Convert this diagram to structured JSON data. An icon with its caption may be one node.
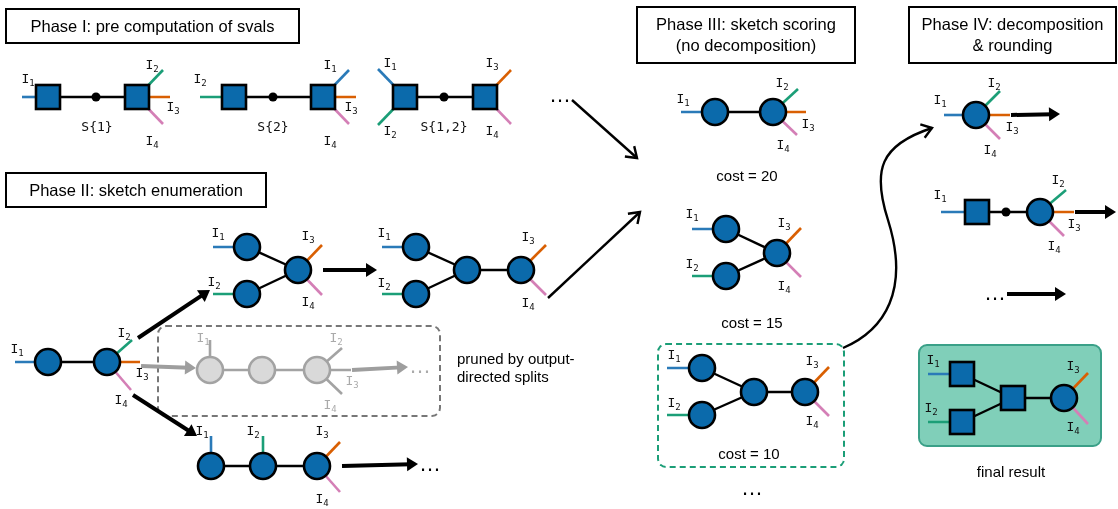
{
  "diagram": {
    "nodes": [
      {
        "text": [
          "Phase I: pre computation of svals"
        ]
      },
      {
        "text": [
          "I$_{1}$",
          "S{1}",
          "I$_{2}$",
          "I$_{3}$",
          "I$_{4}$"
        ]
      },
      {
        "text": [
          "I$_{2}$",
          "S{2}",
          "I$_{1}$",
          "I$_{3}$",
          "I$_{4}$"
        ]
      },
      {
        "text": [
          "I$_{1}$",
          "I$_{2}$",
          "S{1,2}",
          "I$_{3}$",
          "I$_{4}$"
        ]
      },
      {
        "text": [
          "…"
        ]
      },
      {
        "text": [
          "Phase II: sketch enumeration"
        ]
      },
      {
        "text": [
          "I$_{1}$",
          "I$_{2}$",
          "I$_{3}$",
          "I$_{4}$"
        ]
      },
      {
        "text": [
          "I$_{1}$",
          "I$_{2}$",
          "I$_{3}$",
          "I$_{4}$"
        ]
      },
      {
        "text": [
          "I$_{1}$",
          "I$_{2}$",
          "I$_{3}$",
          "I$_{4}$"
        ]
      },
      {
        "text": [],
        "shape": "box",
        "beside": [
          "pruned by output-directed splits"
        ]
      },
      {
        "text": [
          "I$_{1}$",
          "I$_{2}$",
          "I$_{3}$",
          "I$_{4}$"
        ],
        "in": 9
      },
      {
        "text": [
          "…"
        ],
        "in": 9
      },
      {
        "text": [
          "I$_{1}$",
          "I$_{2}$",
          "I$_{3}$",
          "I$_{4}$"
        ]
      },
      {
        "text": [
          "…"
        ]
      },
      {
        "text": [
          "Phase III: sketch scoring (no decomposition)"
        ]
      },
      {
        "text": [
          "I$_{1}$",
          "I$_{2}$",
          "I$_{3}$",
          "I$_{4}$"
        ],
        "beside": [
          "cost = 20"
        ]
      },
      {
        "text": [
          "I$_{1}$",
          "I$_{2}$",
          "I$_{3}$",
          "I$_{4}$"
        ],
        "beside": [
          "cost = 15"
        ]
      },
      {
        "text": [
          "cost = 10"
        ]
      },
      {
        "text": [
          "I$_{1}$",
          "I$_{2}$",
          "I$_{3}$",
          "I$_{4}$"
        ],
        "in": 17
      },
      {
        "text": [
          "Phase IV: decomposition & rounding"
        ]
      },
      {
        "text": [
          "I$_{1}$",
          "I$_{2}$",
          "I$_{3}$",
          "I$_{4}$"
        ]
      },
      {
        "text": [
          "I$_{1}$",
          "I$_{2}$",
          "I$_{3}$",
          "I$_{4}$"
        ]
      },
      {
        "text": [
          "…"
        ]
      },
      {
        "text": [],
        "shape": "box",
        "beside": [
          "final result"
        ]
      },
      {
        "text": [
          "I$_{1}$",
          "I$_{2}$",
          "I$_{3}$",
          "I$_{4}$"
        ],
        "in": 23
      }
    ],
    "edges": [
      {
        "from": 4,
        "to": null,
        "arrow": "to"
      },
      {
        "from": 6,
        "to": 7,
        "arrow": "to"
      },
      {
        "from": 6,
        "to": 10,
        "arrow": "to",
        "color": "#9e9e9e"
      },
      {
        "from": 6,
        "to": 12,
        "arrow": "to"
      },
      {
        "from": 7,
        "to": 8,
        "arrow": "to"
      },
      {
        "from": 8,
        "to": null,
        "arrow": "to"
      },
      {
        "from": 10,
        "to": 11,
        "arrow": "to",
        "color": "#9e9e9e"
      },
      {
        "from": 12,
        "to": 13,
        "arrow": "to"
      },
      {
        "from": 17,
        "to": 20,
        "arrow": "to"
      },
      {
        "from": 20,
        "to": null,
        "arrow": "to"
      },
      {
        "from": 21,
        "to": null,
        "arrow": "to"
      },
      {
        "from": 22,
        "to": null,
        "arrow": "to"
      }
    ],
    "labels": [
      "…"
    ]
  }
}
